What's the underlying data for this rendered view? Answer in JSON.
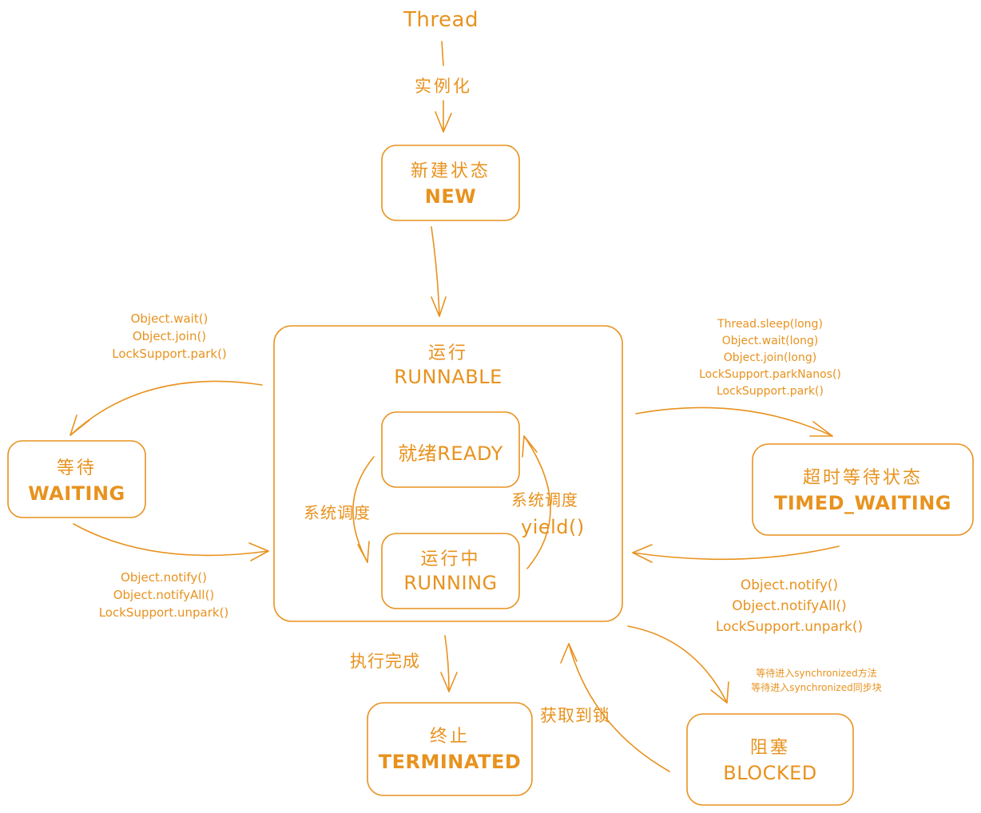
{
  "colors": {
    "stroke": "#e8921e",
    "text": "#e8921e",
    "background": "#ffffff"
  },
  "title": "Thread",
  "edge_instantiate": "实例化",
  "new_state": {
    "cn": "新建状态",
    "en": "NEW"
  },
  "runnable": {
    "cn": "运行",
    "en": "RUNNABLE"
  },
  "ready": {
    "label": "就绪READY"
  },
  "running": {
    "cn": "运行中",
    "en": "RUNNING"
  },
  "schedule_left": "系统调度",
  "schedule_right": "系统调度",
  "yield_label": "yield()",
  "waiting": {
    "cn": "等待",
    "en": "WAITING"
  },
  "to_waiting": [
    "Object.wait()",
    "Object.join()",
    "LockSupport.park()"
  ],
  "from_waiting": [
    "Object.notify()",
    "Object.notifyAll()",
    "LockSupport.unpark()"
  ],
  "timed_waiting": {
    "cn": "超时等待状态",
    "en": "TIMED_WAITING"
  },
  "to_timed": [
    "Thread.sleep(long)",
    "Object.wait(long)",
    "Object.join(long)",
    "LockSupport.parkNanos()",
    "LockSupport.park()"
  ],
  "from_timed": [
    "Object.notify()",
    "Object.notifyAll()",
    "LockSupport.unpark()"
  ],
  "terminated": {
    "cn": "终止",
    "en": "TERMINATED"
  },
  "edge_done": "执行完成",
  "blocked": {
    "cn": "阻塞",
    "en": "BLOCKED"
  },
  "to_blocked": [
    "等待进入synchronized方法",
    "等待进入synchronized同步块"
  ],
  "edge_acquire_lock": "获取到锁"
}
